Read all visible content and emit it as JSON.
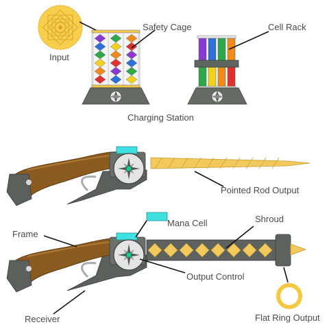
{
  "labels": {
    "input": "Input",
    "safety_cage": "Safety Cage",
    "cell_rack": "Cell Rack",
    "charging_station": "Charging Station",
    "pointed_rod_output": "Pointed Rod Output",
    "mana_cell": "Mana Cell",
    "shroud": "Shroud",
    "frame": "Frame",
    "output_control": "Output Control",
    "receiver": "Receiver",
    "flat_ring_output": "Flat Ring Output"
  },
  "colors": {
    "gold": "#f5c842",
    "gold_light": "#fbe08a",
    "wood": "#8a5a1e",
    "wood_dark": "#5e3d14",
    "metal": "#6b6f6a",
    "metal_dark": "#4c504c",
    "cyan": "#3fe0e0",
    "rod": "#f0c85a",
    "cell_colors": [
      "#e03030",
      "#f08a1a",
      "#f2d21e",
      "#2ea84a",
      "#2f6fd8",
      "#8a3ad0"
    ]
  }
}
